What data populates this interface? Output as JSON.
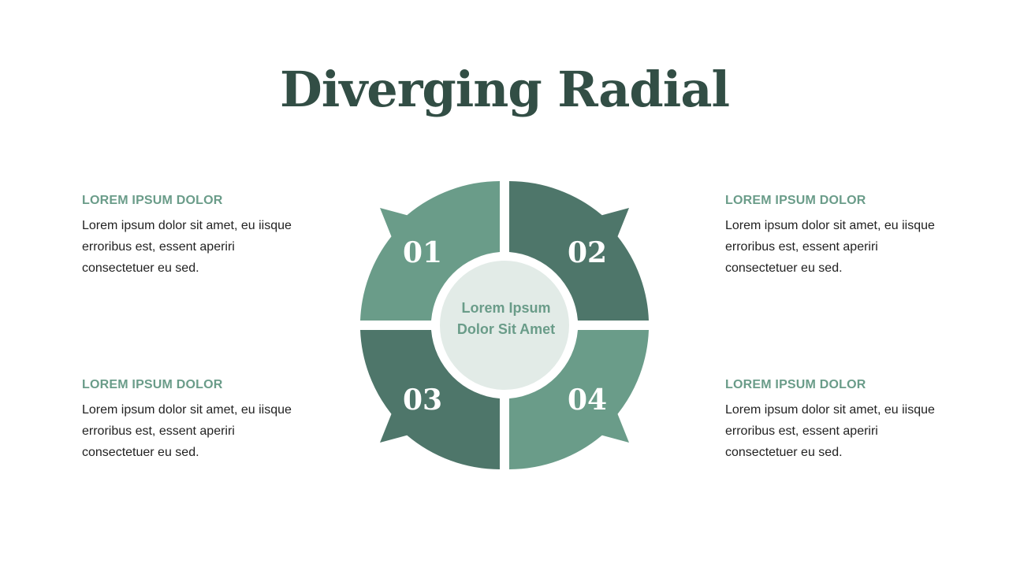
{
  "title": "Diverging Radial",
  "colors": {
    "title": "#324e45",
    "segment_light": "#6a9c89",
    "segment_dark": "#4e766a",
    "center_fill": "#e2ebe7",
    "heading": "#6a9c89",
    "body_text": "#222222"
  },
  "center": {
    "label": "Lorem Ipsum Dolor Sit Amet"
  },
  "segments": [
    {
      "number": "01",
      "tone": "light"
    },
    {
      "number": "02",
      "tone": "dark"
    },
    {
      "number": "03",
      "tone": "dark"
    },
    {
      "number": "04",
      "tone": "light"
    }
  ],
  "blocks": [
    {
      "heading": "LOREM IPSUM DOLOR",
      "body": "Lorem ipsum dolor sit amet, eu iisque erroribus est, essent aperiri consectetuer eu sed."
    },
    {
      "heading": "LOREM IPSUM DOLOR",
      "body": "Lorem ipsum dolor sit amet, eu iisque erroribus est, essent aperiri consectetuer eu sed."
    },
    {
      "heading": "LOREM IPSUM DOLOR",
      "body": "Lorem ipsum dolor sit amet, eu iisque erroribus est, essent aperiri consectetuer eu sed."
    },
    {
      "heading": "LOREM IPSUM DOLOR",
      "body": "Lorem ipsum dolor sit amet, eu iisque erroribus est, essent aperiri consectetuer eu sed."
    }
  ]
}
